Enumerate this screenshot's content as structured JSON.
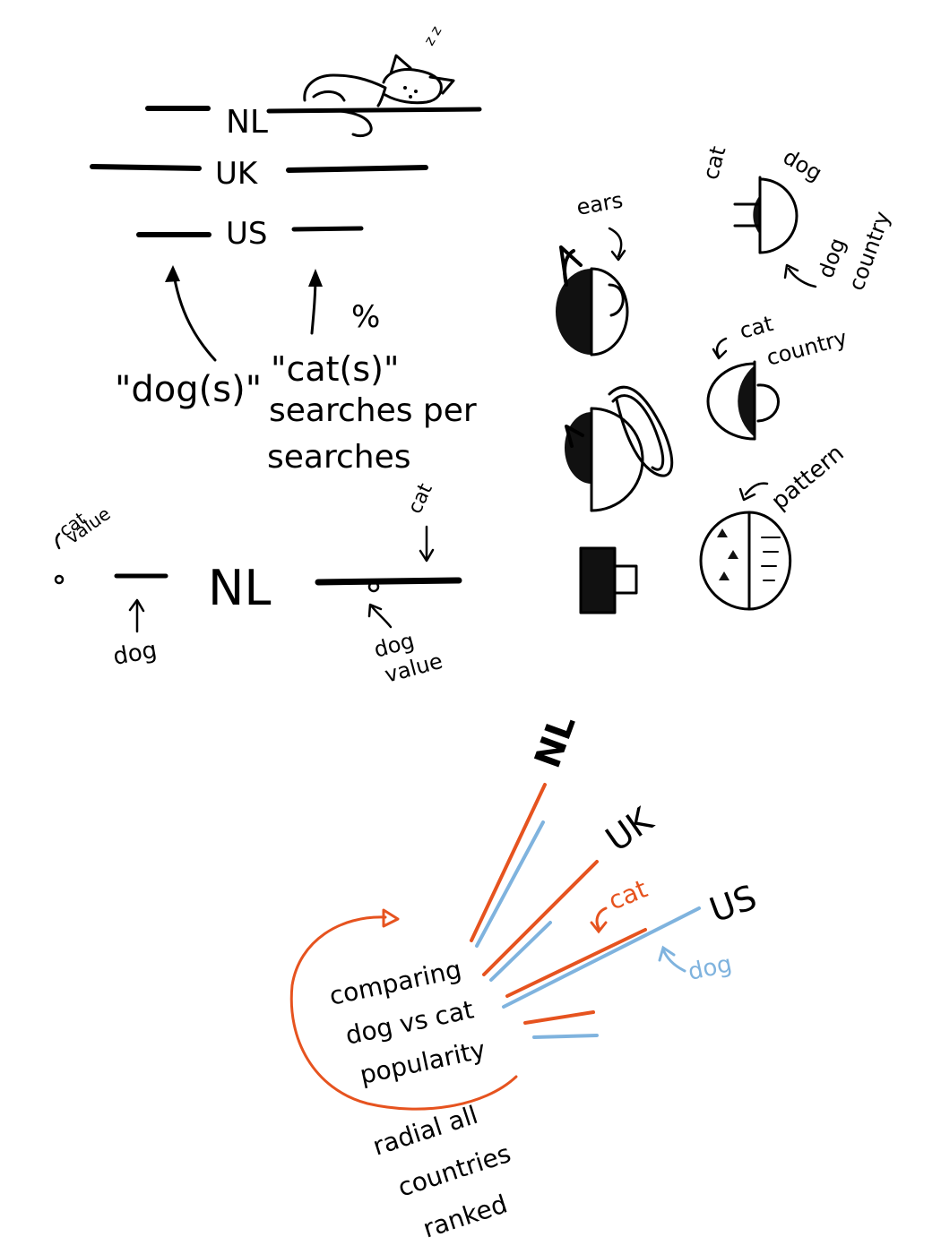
{
  "colors": {
    "ink": "#000000",
    "cat": "#e6531f",
    "dog": "#7fb3de",
    "background": "#ffffff"
  },
  "sketch1": {
    "countries": [
      "NL",
      "UK",
      "US"
    ],
    "annotation_dog": "\"dog(s)\"",
    "annotation_cat": "\"cat(s)\"",
    "annotation_searches_1": "searches per",
    "annotation_searches_2": "searches",
    "annotation_percent": "%",
    "sleeping_cat_z": "z z"
  },
  "sketch2": {
    "country": "NL",
    "cat_value_1": "cat",
    "cat_value_2": "value",
    "cat": "cat",
    "dog": "dog",
    "dog_value_1": "dog",
    "dog_value_2": "value"
  },
  "glyphs": {
    "ears": "ears",
    "cat": "cat",
    "dog": "dog",
    "dog_country_1": "dog",
    "dog_country_2": "country",
    "cat_country_1": "cat",
    "cat_country_2": "country",
    "pattern": "pattern"
  },
  "radial": {
    "countries": [
      "NL",
      "UK",
      "US"
    ],
    "cat_label": "cat",
    "dog_label": "dog",
    "center_lines": [
      "comparing",
      "dog vs cat",
      "popularity"
    ],
    "caption_lines": [
      "radial all",
      "countries",
      "ranked"
    ]
  }
}
